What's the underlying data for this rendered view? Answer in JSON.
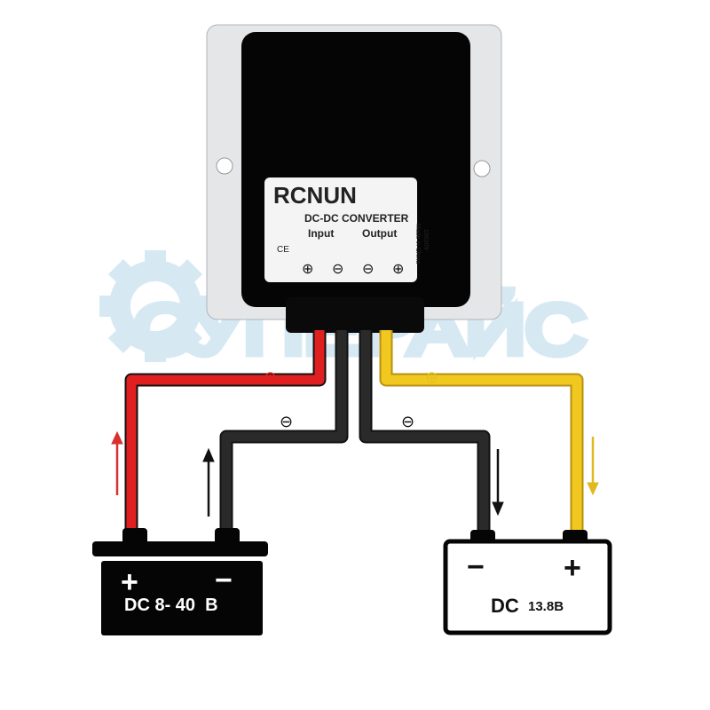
{
  "device": {
    "brand": "RCNUN",
    "model": "DC-DC CONVERTER",
    "input_label": "Input",
    "output_label": "Output",
    "cert_mark": "CE",
    "batch": "190309",
    "origin": "Made in China",
    "terminal_symbols": [
      "⊕",
      "⊖",
      "⊖",
      "⊕"
    ]
  },
  "wires": {
    "input_positive": {
      "symbol": "⊕",
      "color": "#e02020"
    },
    "input_negative": {
      "symbol": "⊖",
      "color": "#111111"
    },
    "output_negative": {
      "symbol": "⊖",
      "color": "#111111"
    },
    "output_positive": {
      "symbol": "⊕",
      "color": "#e8c020"
    }
  },
  "input_battery": {
    "plus": "+",
    "minus": "−",
    "label": "DC 8- 40  B"
  },
  "output_battery": {
    "plus": "+",
    "minus": "−",
    "label_prefix": "DC",
    "label_value": "13.8B"
  },
  "watermark": {
    "text": "СУПЕРАЙС",
    "color": "#cfe6f2",
    "icon": "gear-icon"
  }
}
